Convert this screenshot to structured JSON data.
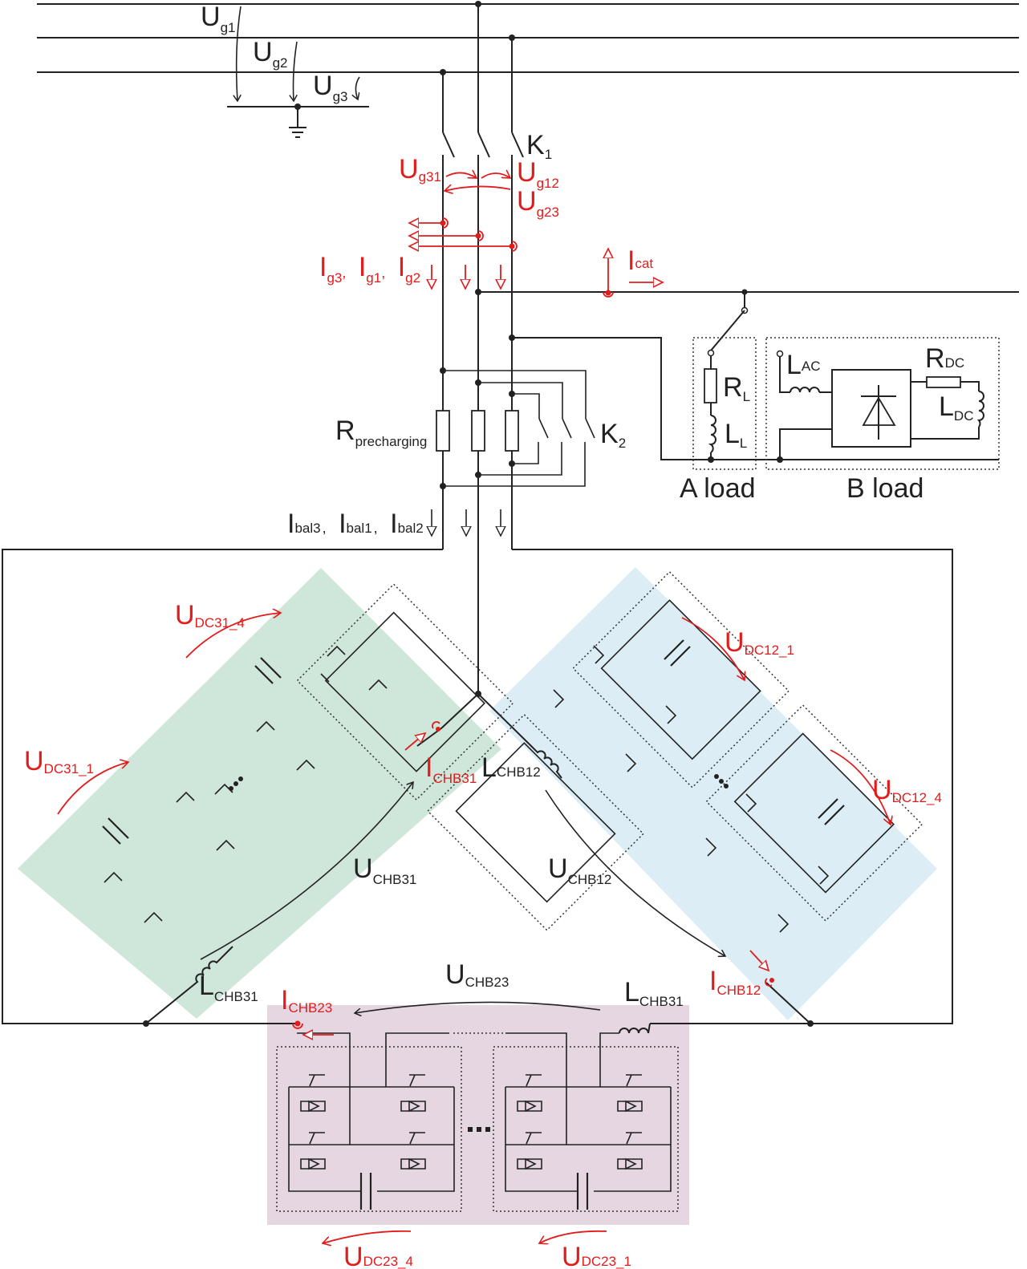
{
  "diagram": {
    "title": "",
    "colors": {
      "wire": "#222222",
      "measurement": "#e21b1b",
      "cluster_31": "#cfe6da",
      "cluster_12": "#dcedf6",
      "cluster_23": "#e5d6e2"
    },
    "grid": {
      "voltages": [
        {
          "main": "U",
          "sub": "g1"
        },
        {
          "main": "U",
          "sub": "g2"
        },
        {
          "main": "U",
          "sub": "g3"
        }
      ],
      "ground": "ground-icon"
    },
    "switches": {
      "k1": {
        "main": "K",
        "sub": "1"
      },
      "k2": {
        "main": "K",
        "sub": "2"
      }
    },
    "line_voltages": [
      {
        "main": "U",
        "sub": "g31"
      },
      {
        "main": "U",
        "sub": "g12"
      },
      {
        "main": "U",
        "sub": "g23"
      }
    ],
    "grid_currents": {
      "items": [
        {
          "main": "I",
          "sub": "g3",
          "sep": ","
        },
        {
          "main": "I",
          "sub": "g1",
          "sep": ","
        },
        {
          "main": "I",
          "sub": "g2",
          "sep": ""
        }
      ]
    },
    "catenary_current": {
      "main": "I",
      "sub": "cat"
    },
    "precharging": {
      "main": "R",
      "sub": "precharging"
    },
    "balance_currents": {
      "items": [
        {
          "main": "I",
          "sub": "bal3",
          "sep": ","
        },
        {
          "main": "I",
          "sub": "bal1",
          "sep": ","
        },
        {
          "main": "I",
          "sub": "bal2",
          "sep": ""
        }
      ]
    },
    "loads": {
      "a": {
        "label": "A load",
        "r": {
          "main": "R",
          "sub": "L"
        },
        "l": {
          "main": "L",
          "sub": "L"
        }
      },
      "b": {
        "label": "B load",
        "lac": {
          "main": "L",
          "sub": "AC"
        },
        "rdc": {
          "main": "R",
          "sub": "DC"
        },
        "ldc": {
          "main": "L",
          "sub": "DC"
        }
      }
    },
    "clusters": {
      "c31": {
        "udc_first": {
          "main": "U",
          "sub": "DC31_1"
        },
        "udc_last": {
          "main": "U",
          "sub": "DC31_4"
        },
        "ichb": {
          "main": "I",
          "sub": "CHB31"
        },
        "uchb": {
          "main": "U",
          "sub": "CHB31"
        },
        "lchb": {
          "main": "L",
          "sub": "CHB31"
        }
      },
      "c12": {
        "udc_first": {
          "main": "U",
          "sub": "DC12_1"
        },
        "udc_last": {
          "main": "U",
          "sub": "DC12_4"
        },
        "ichb": {
          "main": "I",
          "sub": "CHB12"
        },
        "uchb": {
          "main": "U",
          "sub": "CHB12"
        },
        "lchb": {
          "main": "L",
          "sub": "CHB12"
        }
      },
      "c23": {
        "udc_first": {
          "main": "U",
          "sub": "DC23_1"
        },
        "udc_last": {
          "main": "U",
          "sub": "DC23_4"
        },
        "ichb": {
          "main": "I",
          "sub": "CHB23"
        },
        "uchb": {
          "main": "U",
          "sub": "CHB23"
        },
        "lchb": {
          "main": "L",
          "sub": "CHB31"
        }
      }
    },
    "ellipsis": "..."
  }
}
